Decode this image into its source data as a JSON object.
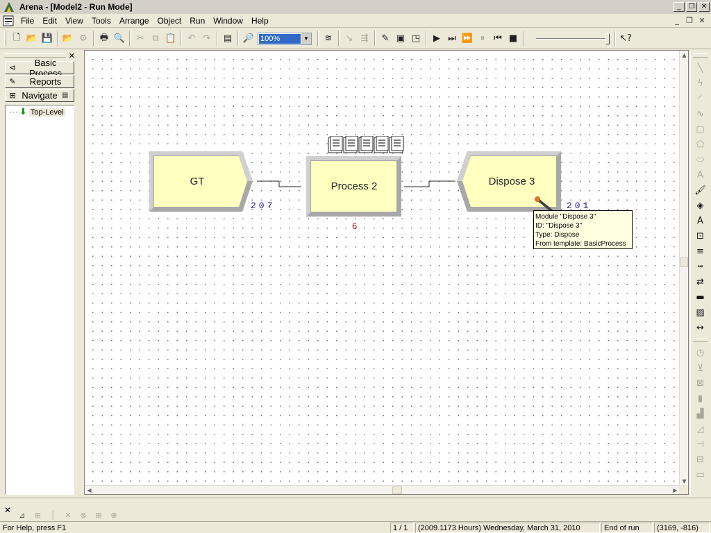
{
  "window": {
    "title": "Arena - [Model2 - Run Mode]"
  },
  "menu": [
    "File",
    "Edit",
    "View",
    "Tools",
    "Arrange",
    "Object",
    "Run",
    "Window",
    "Help"
  ],
  "toolbar": {
    "zoom_value": "100%"
  },
  "project_bar": {
    "panels": [
      {
        "label": "Basic Process",
        "icon": "flowchart-icon"
      },
      {
        "label": "Reports",
        "icon": "report-icon"
      },
      {
        "label": "Navigate",
        "icon": "tree-icon"
      }
    ],
    "nav_tree": {
      "item": "Top-Level",
      "icon": "down-arrow-green-icon"
    }
  },
  "modules": {
    "create": {
      "name": "GT",
      "counter": "207"
    },
    "process": {
      "name": "Process 2",
      "queue_count": "6"
    },
    "dispose": {
      "name": "Dispose 3",
      "counter": "201"
    }
  },
  "tooltip": {
    "line1": "Module \"Dispose 3\"",
    "line2": "ID: \"Dispose 3\"",
    "line3": "Type: Dispose",
    "line4": "From template: BasicProcess"
  },
  "status": {
    "help": "For Help, press F1",
    "page": "1 / 1",
    "sim_time": "(2009.1173 Hours) Wednesday, March 31, 2010",
    "run_state": "End of run",
    "coords": "(3169, -816)"
  }
}
